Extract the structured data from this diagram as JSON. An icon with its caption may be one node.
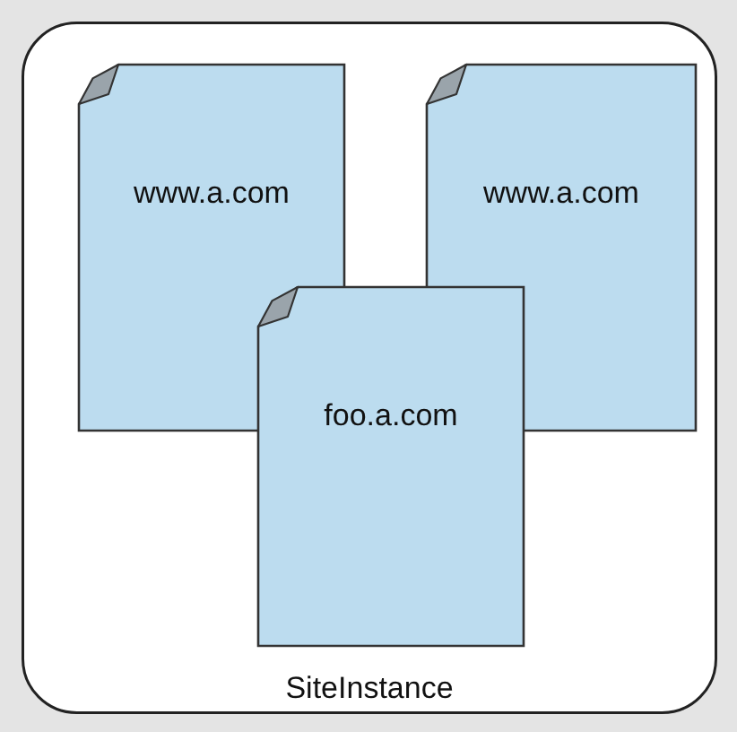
{
  "diagram": {
    "nodes": [
      {
        "text": [
          "SiteInstance"
        ]
      },
      {
        "text": [
          "www.a.com"
        ],
        "in": 0
      },
      {
        "text": [
          "www.a.com"
        ],
        "in": 0
      },
      {
        "text": [
          "foo.a.com"
        ],
        "in": 0
      }
    ]
  }
}
